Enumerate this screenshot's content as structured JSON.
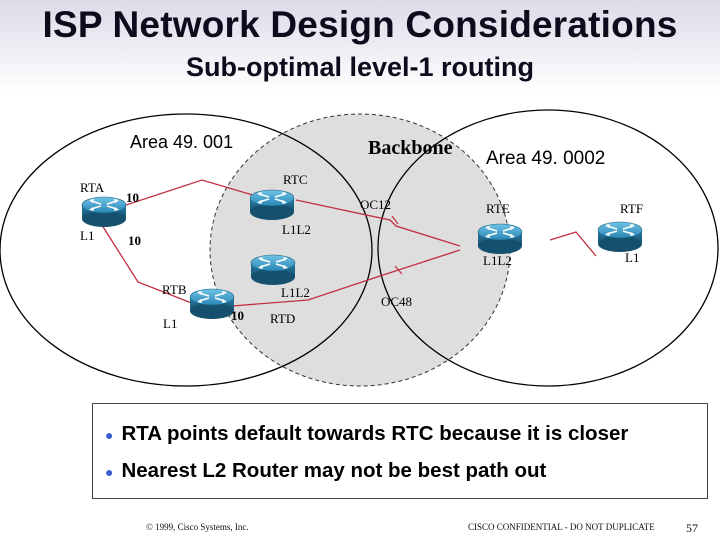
{
  "header": {
    "title": "ISP Network Design Considerations",
    "subtitle": "Sub-optimal level-1 routing"
  },
  "diagram": {
    "areas": {
      "left": "Area 49. 001",
      "backbone": "Backbone",
      "right": "Area 49. 0002"
    },
    "routers": {
      "rta": "RTA",
      "rta_level": "L1",
      "rtb": "RTB",
      "rtb_level": "L1",
      "rtc": "RTC",
      "rtc_level": "L1L2",
      "rtd": "RTD",
      "rtd_level": "L1L2",
      "rte": "RTE",
      "rte_level": "L1L2",
      "rtf": "RTF",
      "rtf_level": "L1"
    },
    "links": {
      "rta_rtc_cost": "10",
      "rta_rtb_cost": "10",
      "rtb_rtd_cost": "10",
      "oc12": "OC12",
      "oc48": "OC48"
    }
  },
  "bullets": [
    "RTA points default towards RTC because it is closer",
    "Nearest L2 Router may not be best path out"
  ],
  "footer": {
    "copyright": "© 1999, Cisco Systems, Inc.",
    "confidential": "CISCO CONFIDENTIAL - DO NOT DUPLICATE",
    "page": "57"
  },
  "colors": {
    "link_red": "#c03040",
    "router_blue": "#2a7fa8",
    "bullet_blue": "#3a5fcd"
  }
}
